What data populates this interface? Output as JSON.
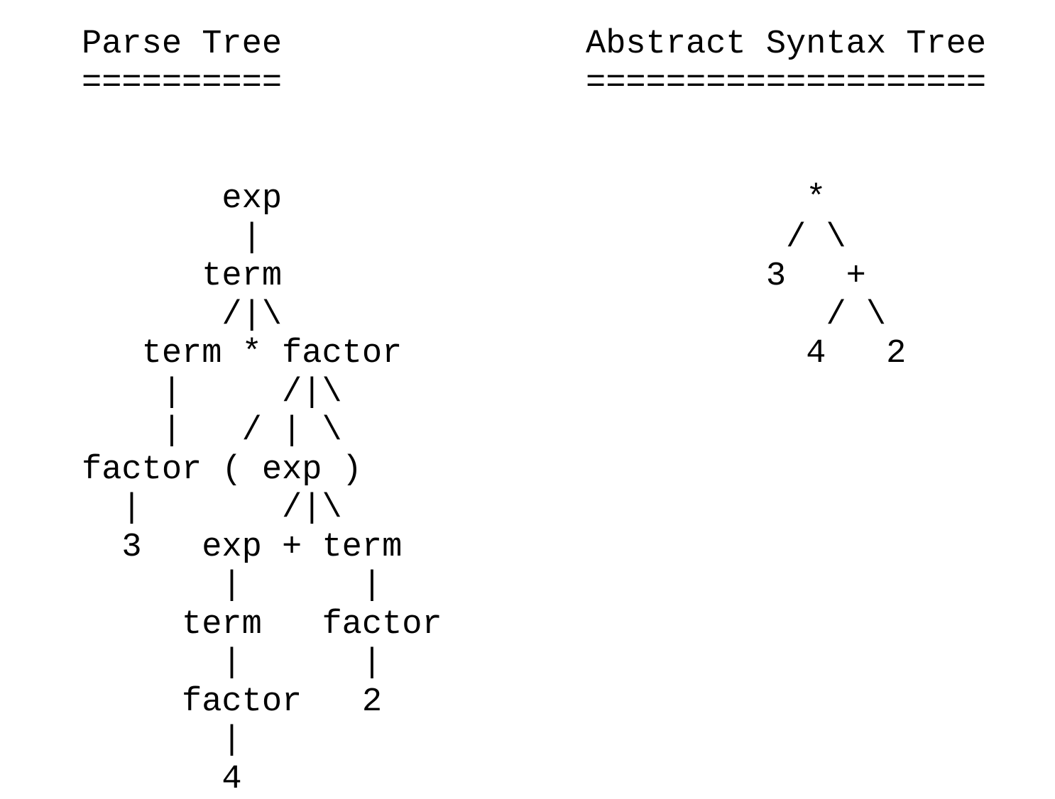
{
  "parse_tree": {
    "title": "Parse Tree",
    "underline": "==========",
    "lines": [
      "",
      "",
      "       exp",
      "        |",
      "      term",
      "       /|\\",
      "   term * factor",
      "    |     /|\\",
      "    |   / | \\",
      "factor ( exp )",
      "  |       /|\\",
      "  3   exp + term",
      "       |      |",
      "     term   factor",
      "       |      |",
      "     factor   2",
      "       |",
      "       4"
    ]
  },
  "ast": {
    "title": "Abstract Syntax Tree",
    "underline": "====================",
    "lines": [
      "",
      "",
      "           *",
      "          / \\",
      "         3   +",
      "            / \\",
      "           4   2"
    ]
  }
}
